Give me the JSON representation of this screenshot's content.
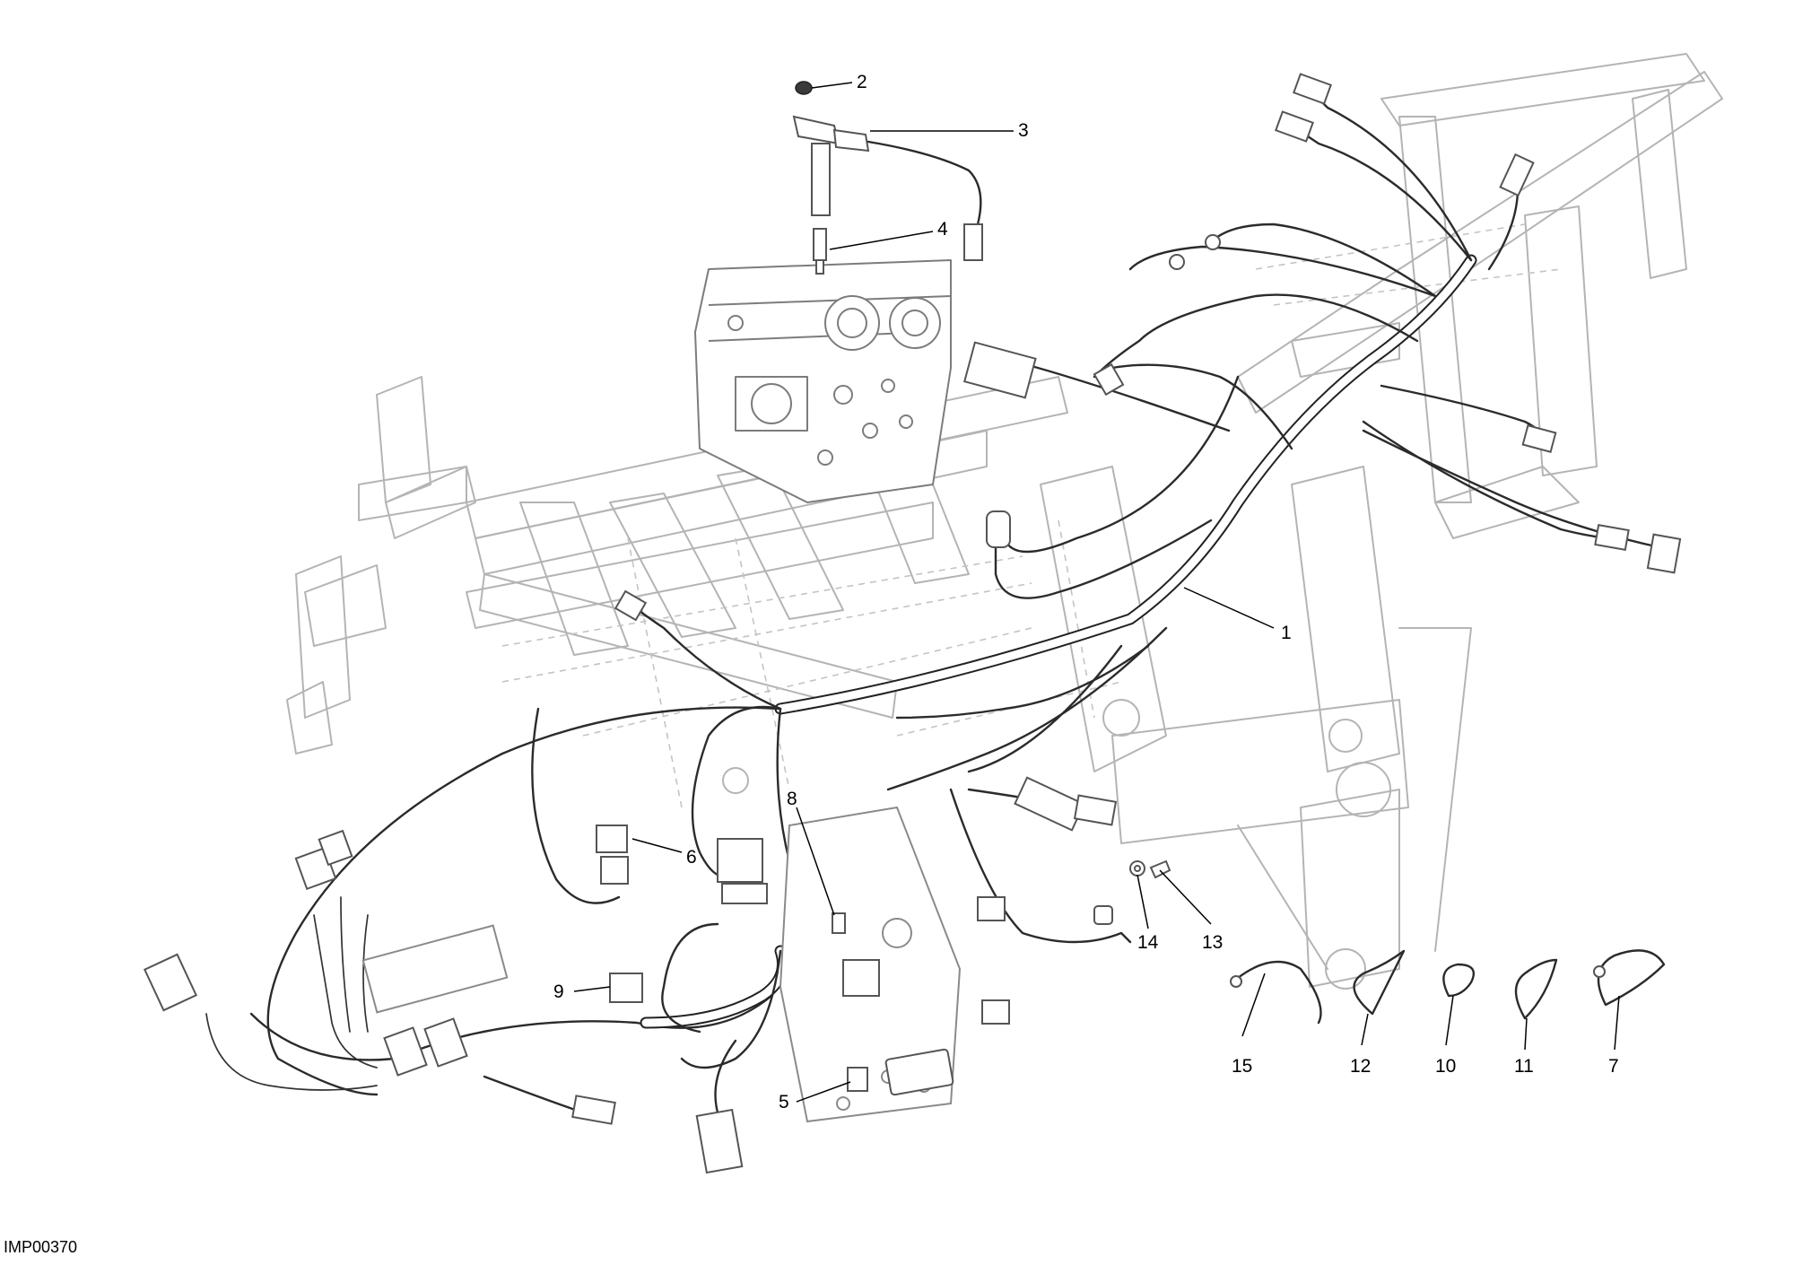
{
  "drawing": {
    "reference_code": "IMP00370",
    "callouts": [
      "1",
      "2",
      "3",
      "4",
      "5",
      "6",
      "7",
      "8",
      "9",
      "10",
      "11",
      "12",
      "13",
      "14",
      "15"
    ]
  }
}
